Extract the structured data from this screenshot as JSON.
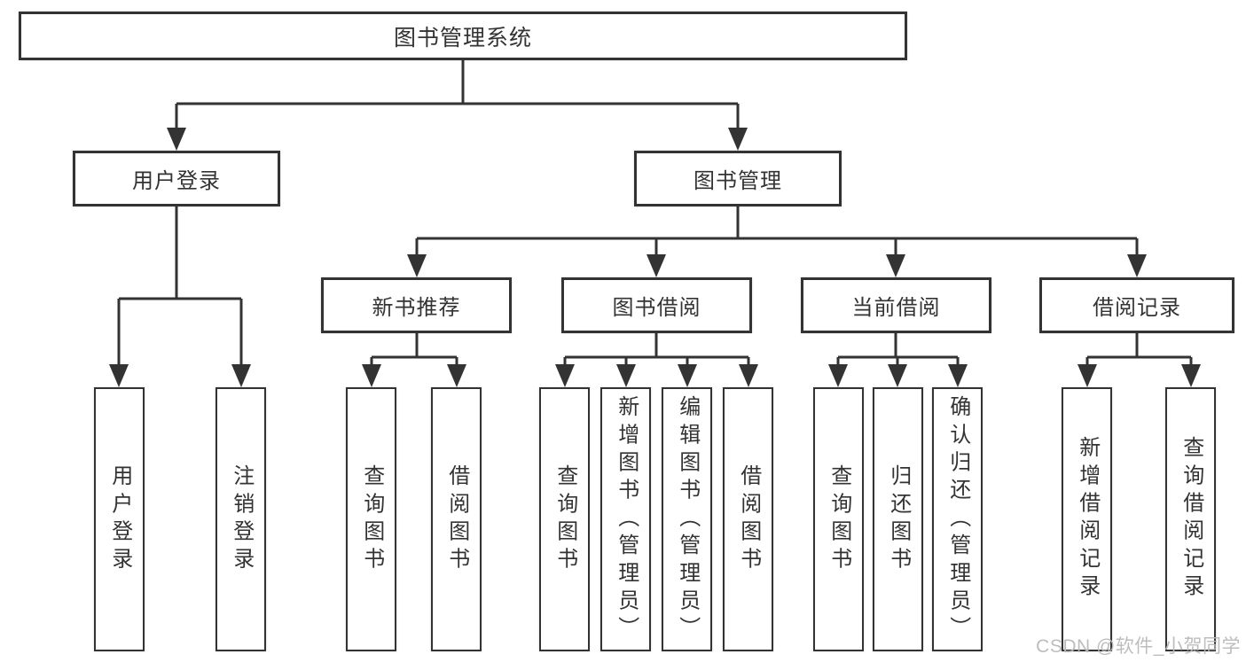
{
  "tree": {
    "root": {
      "label": "图书管理系统",
      "children": [
        {
          "label": "用户登录",
          "children": [
            {
              "label": "用户登录"
            },
            {
              "label": "注销登录"
            }
          ]
        },
        {
          "label": "图书管理",
          "children": [
            {
              "label": "新书推荐",
              "children": [
                {
                  "label": "查询图书"
                },
                {
                  "label": "借阅图书"
                }
              ]
            },
            {
              "label": "图书借阅",
              "children": [
                {
                  "label": "查询图书"
                },
                {
                  "label": "新增图书（管理员）"
                },
                {
                  "label": "编辑图书（管理员）"
                },
                {
                  "label": "借阅图书"
                }
              ]
            },
            {
              "label": "当前借阅",
              "children": [
                {
                  "label": "查询图书"
                },
                {
                  "label": "归还图书"
                },
                {
                  "label": "确认归还（管理员）"
                }
              ]
            },
            {
              "label": "借阅记录",
              "children": [
                {
                  "label": "新增借阅记录"
                },
                {
                  "label": "查询借阅记录"
                }
              ]
            }
          ]
        }
      ]
    }
  },
  "watermark": {
    "text": "CSDN @软件_小贺同学"
  },
  "colors": {
    "line": "#333333",
    "text": "#333333",
    "background": "#ffffff",
    "watermark": "#b9b9b9"
  }
}
